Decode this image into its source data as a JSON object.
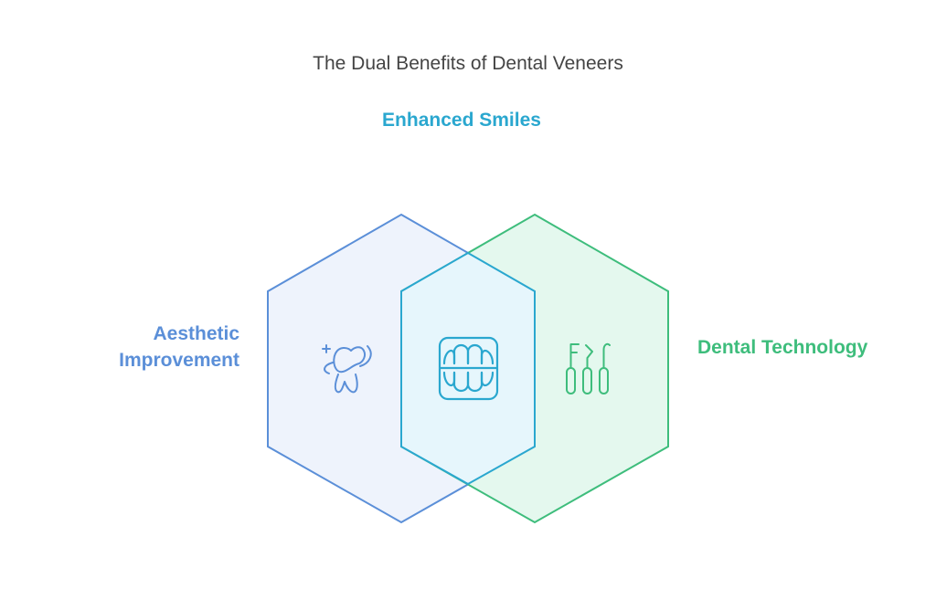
{
  "title": "The Dual Benefits of Dental Veneers",
  "sets": {
    "intersection": {
      "label": "Enhanced Smiles",
      "icon": "teeth-icon",
      "color": "#2aa7cf"
    },
    "left": {
      "label_line1": "Aesthetic",
      "label_line2": "Improvement",
      "icon": "sparkling-tooth-icon",
      "color": "#5b8fd8"
    },
    "right": {
      "label": "Dental Technology",
      "icon": "dental-tools-icon",
      "color": "#3ebd7c"
    }
  }
}
